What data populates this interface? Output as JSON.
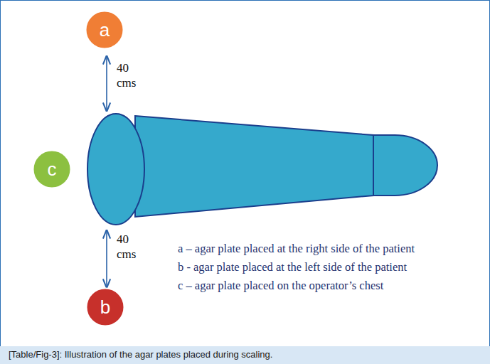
{
  "diagram": {
    "caption": "[Table/Fig-3]: Illustration of the agar plates placed during scaling.",
    "nodes": [
      {
        "text": [
          "a"
        ]
      },
      {
        "text": [
          "c"
        ]
      },
      {
        "text": [
          "b"
        ]
      }
    ],
    "labels": [
      "40 cms",
      "40 cms",
      "a – agar plate placed at the right side of the patient",
      "b - agar plate placed at the left side of the patient",
      "c – agar plate placed on the operator’s chest"
    ]
  }
}
